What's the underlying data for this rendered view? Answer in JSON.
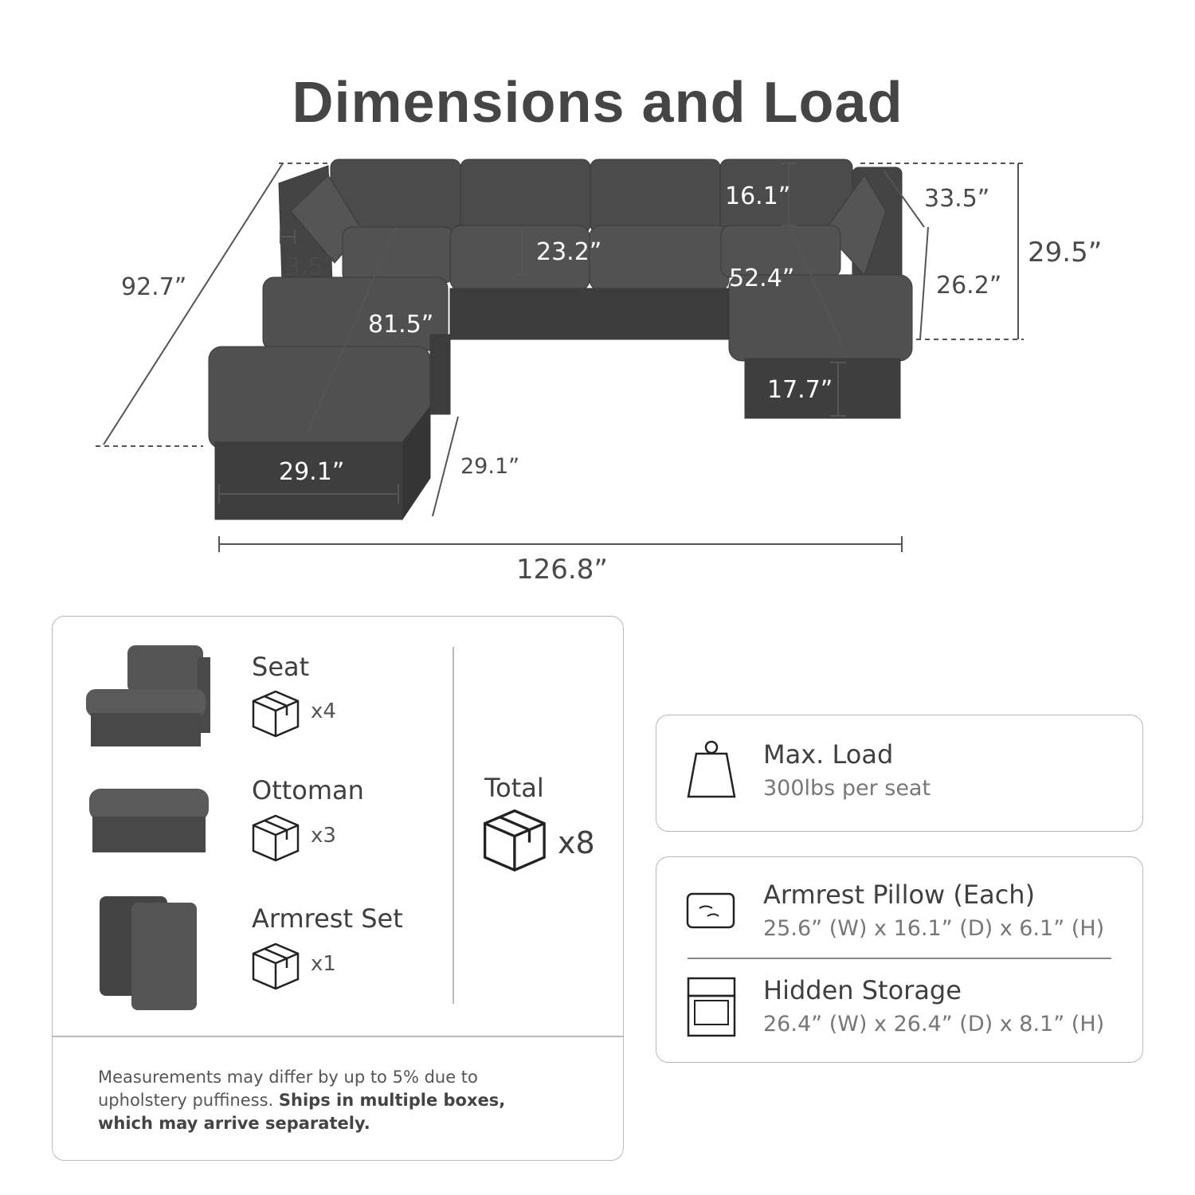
{
  "title": "Dimensions and Load",
  "dimensions": {
    "diagonal_depth": "92.7”",
    "arm_width": "3.5”",
    "chaise_length": "81.5”",
    "ottoman_width": "29.1”",
    "ottoman_depth": "29.1”",
    "seat_depth": "23.2”",
    "back_height": "16.1”",
    "right_depth": "52.4”",
    "arm_depth": "33.5”",
    "total_height": "29.5”",
    "arm_height": "26.2”",
    "seat_height": "17.7”",
    "total_width": "126.8”"
  },
  "components": {
    "items": [
      {
        "label": "Seat",
        "count": "x4"
      },
      {
        "label": "Ottoman",
        "count": "x3"
      },
      {
        "label": "Armrest Set",
        "count": "x1"
      }
    ],
    "total_label": "Total",
    "total_count": "x8",
    "note": "Measurements may differ by up to 5% due to upholstery puffiness.",
    "note_bold": "Ships in multiple boxes, which may arrive separately."
  },
  "load": {
    "title": "Max. Load",
    "value": "300lbs per seat"
  },
  "extras": [
    {
      "title": "Armrest Pillow (Each)",
      "dims": "25.6” (W) x 16.1” (D) x 6.1” (H)"
    },
    {
      "title": "Hidden Storage",
      "dims": "26.4” (W) x 26.4” (D) x 8.1” (H)"
    }
  ]
}
